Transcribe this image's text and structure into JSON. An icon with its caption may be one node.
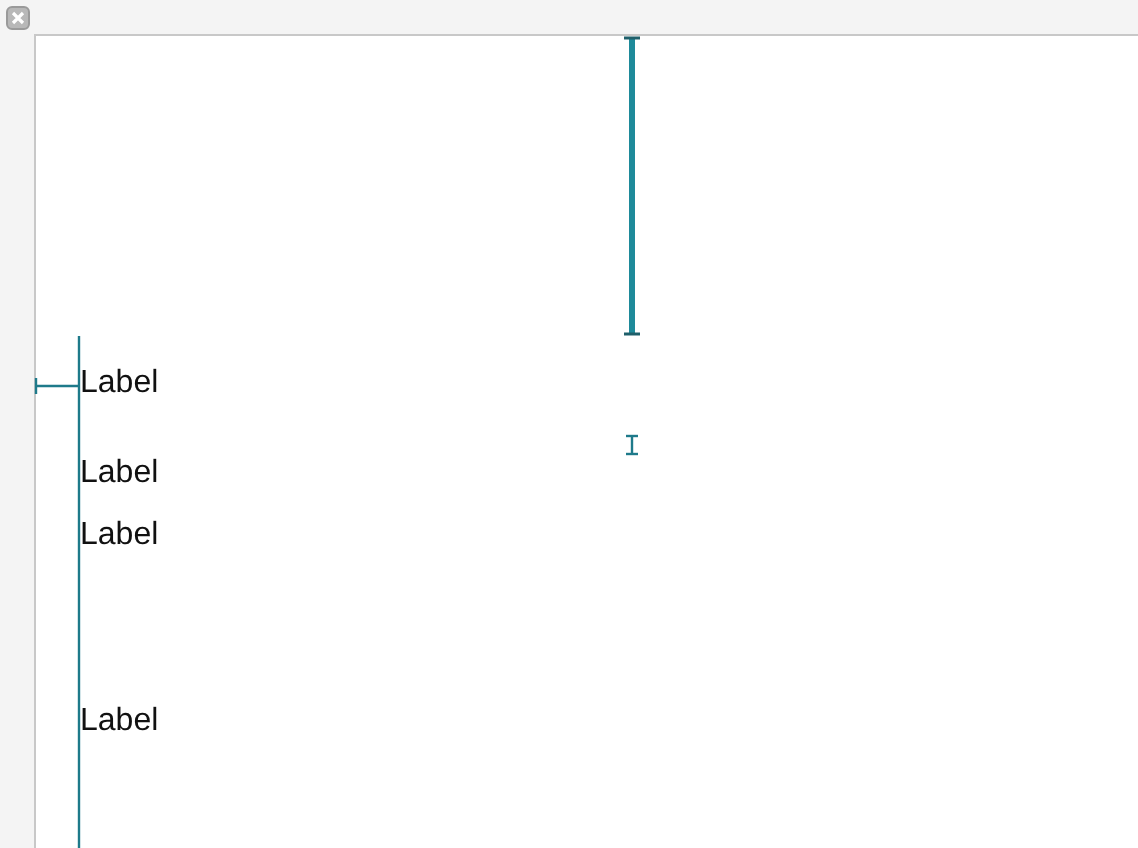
{
  "diagram": {
    "labels": [
      "Label",
      "Label",
      "Label",
      "Label"
    ]
  }
}
